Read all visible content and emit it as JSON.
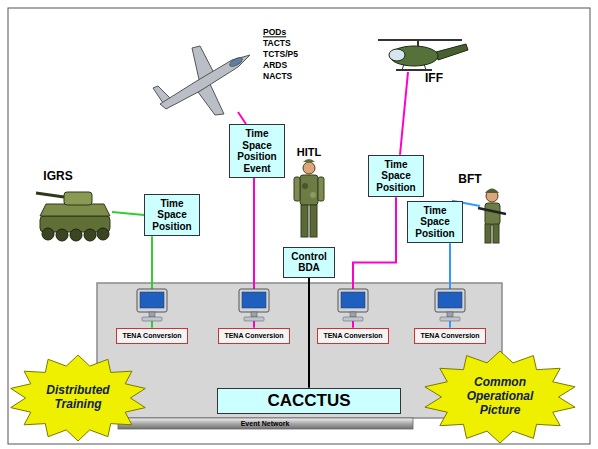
{
  "diagram": {
    "nodes": [
      {
        "text": [
          "Time Space Position Event"
        ]
      },
      {
        "text": [
          "Time Space Position"
        ]
      },
      {
        "text": [
          "Time Space Position"
        ]
      },
      {
        "text": [
          "Time Space Position"
        ]
      },
      {
        "text": [
          "Control BDA"
        ]
      },
      {
        "text": [
          "TENA Conversion"
        ]
      },
      {
        "text": [
          "TENA Conversion"
        ]
      },
      {
        "text": [
          "TENA Conversion"
        ]
      },
      {
        "text": [
          "TENA Conversion"
        ]
      },
      {
        "text": [
          "CACCTUS"
        ]
      },
      {
        "text": [
          "Distributed Training"
        ]
      },
      {
        "text": [
          "Common Operational Picture"
        ]
      }
    ],
    "edges": [
      {
        "from": 2,
        "to": 5,
        "arrow": "none"
      },
      {
        "from": 0,
        "to": 6,
        "arrow": "none"
      },
      {
        "from": 1,
        "to": 7,
        "arrow": "none"
      },
      {
        "from": 3,
        "to": 8,
        "arrow": "none"
      },
      {
        "from": 4,
        "to": 9,
        "arrow": "none"
      }
    ],
    "labels": [
      "IGRS",
      "PODs",
      "TACTS",
      "TCTS/P5",
      "ARDS",
      "NACTS",
      "IFF",
      "HITL",
      "BFT",
      "Event Network"
    ]
  }
}
